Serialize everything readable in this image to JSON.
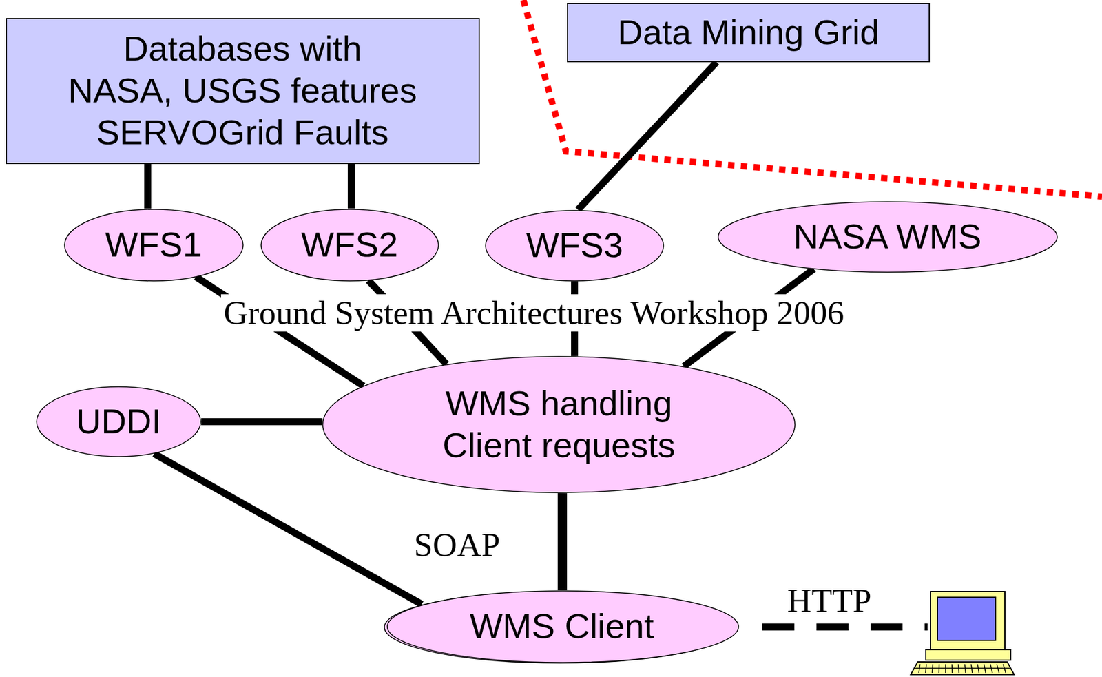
{
  "diagram": {
    "nodes": [
      {
        "text": [
          "Databases with NASA, USGS features SERVOGrid Faults"
        ]
      },
      {
        "text": [
          "Data Mining Grid"
        ]
      },
      {
        "text": [
          "WFS1"
        ]
      },
      {
        "text": [
          "WFS2"
        ]
      },
      {
        "text": [
          "WFS3"
        ]
      },
      {
        "text": [
          "NASA WMS"
        ]
      },
      {
        "text": [
          "UDDI"
        ]
      },
      {
        "text": [
          "WMS handling Client requests"
        ]
      },
      {
        "text": [
          "WMS Client"
        ]
      }
    ],
    "edges": [
      {
        "from": 0,
        "to": 2,
        "arrow": "none"
      },
      {
        "from": 0,
        "to": 3,
        "arrow": "none"
      },
      {
        "from": 1,
        "to": 4,
        "arrow": "none"
      },
      {
        "from": 2,
        "to": 7,
        "arrow": "none"
      },
      {
        "from": 3,
        "to": 7,
        "arrow": "none"
      },
      {
        "from": 4,
        "to": 7,
        "arrow": "none"
      },
      {
        "from": 5,
        "to": 7,
        "arrow": "none"
      },
      {
        "from": 6,
        "to": 7,
        "arrow": "none"
      },
      {
        "from": 6,
        "to": 8,
        "arrow": "none"
      },
      {
        "from": 7,
        "to": 8,
        "label": "SOAP",
        "arrow": "none"
      }
    ],
    "labels": [
      "Ground System Architectures Workshop 2006",
      "HTTP"
    ]
  }
}
